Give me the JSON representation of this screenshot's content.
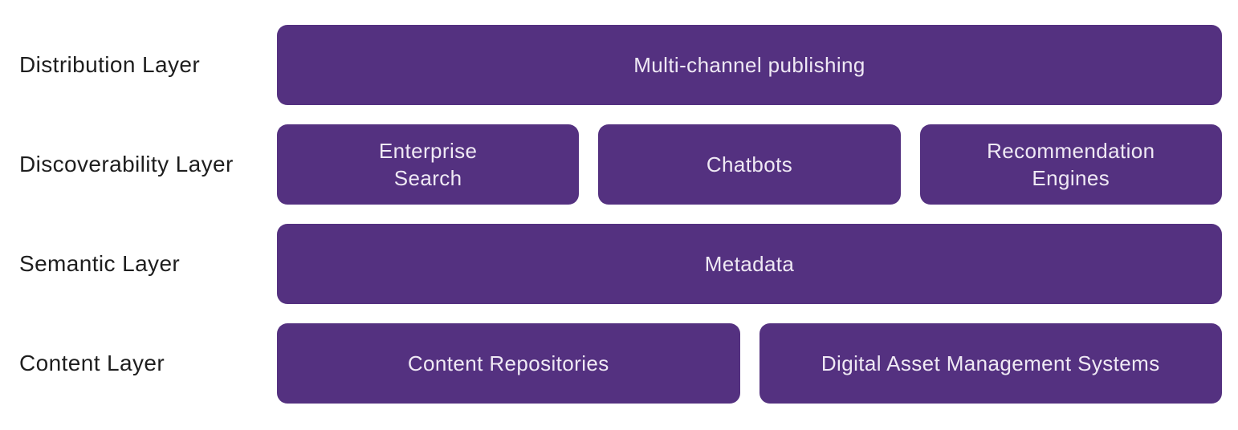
{
  "colors": {
    "background": "#ffffff",
    "box_bg": "#543180",
    "box_text": "#efe9f4",
    "label_text": "#1e1e1e"
  },
  "layers": [
    {
      "label": "Distribution Layer",
      "boxes": [
        "Multi-channel publishing"
      ]
    },
    {
      "label": "Discoverability Layer",
      "boxes": [
        "Enterprise\nSearch",
        "Chatbots",
        "Recommendation\nEngines"
      ]
    },
    {
      "label": "Semantic Layer",
      "boxes": [
        "Metadata"
      ]
    },
    {
      "label": "Content Layer",
      "boxes": [
        "Content Repositories",
        "Digital Asset Management Systems"
      ]
    }
  ]
}
